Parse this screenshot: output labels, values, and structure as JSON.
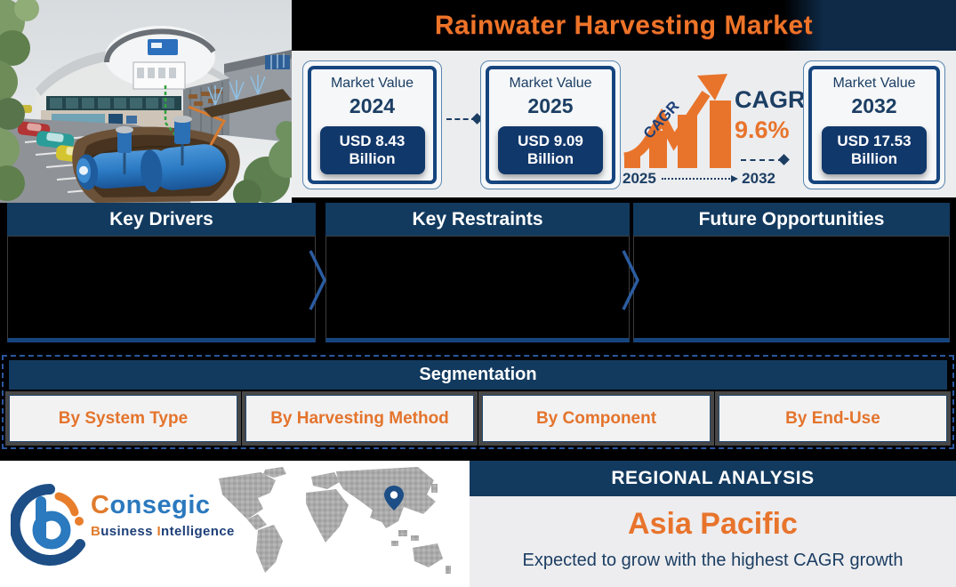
{
  "title": "Rainwater Harvesting Market",
  "top": {
    "boxes": [
      {
        "label": "Market Value",
        "year": "2024",
        "value": "USD 8.43 Billion"
      },
      {
        "label": "Market Value",
        "year": "2025",
        "value": "USD 9.09 Billion"
      },
      {
        "label": "Market Value",
        "year": "2032",
        "value": "USD 17.53 Billion"
      }
    ],
    "cagr_label": "CAGR",
    "cagr_value": "9.6%",
    "cagr_arrow_label": "CAGR",
    "period_start": "2025",
    "period_end": "2032"
  },
  "panels": [
    {
      "title": "Key Drivers"
    },
    {
      "title": "Key Restraints"
    },
    {
      "title": "Future Opportunities"
    }
  ],
  "segmentation": {
    "title": "Segmentation",
    "segments": [
      "By System Type",
      "By Harvesting Method",
      "By Component",
      "By End-Use"
    ]
  },
  "regional": {
    "header": "REGIONAL ANALYSIS",
    "region": "Asia Pacific",
    "description": "Expected to grow with the highest CAGR growth"
  },
  "logo": {
    "c1": "C",
    "n1": "onsegic",
    "c2": "B",
    "n2": "usiness ",
    "c3": "I",
    "n3": "ntelligence"
  },
  "colors": {
    "navy": "#123A5F",
    "orange": "#E8742C",
    "panel_bg": "#ECEDEF",
    "pill_navy": "#11386B",
    "black": "#000000",
    "map_gray": "#ABABAB"
  }
}
